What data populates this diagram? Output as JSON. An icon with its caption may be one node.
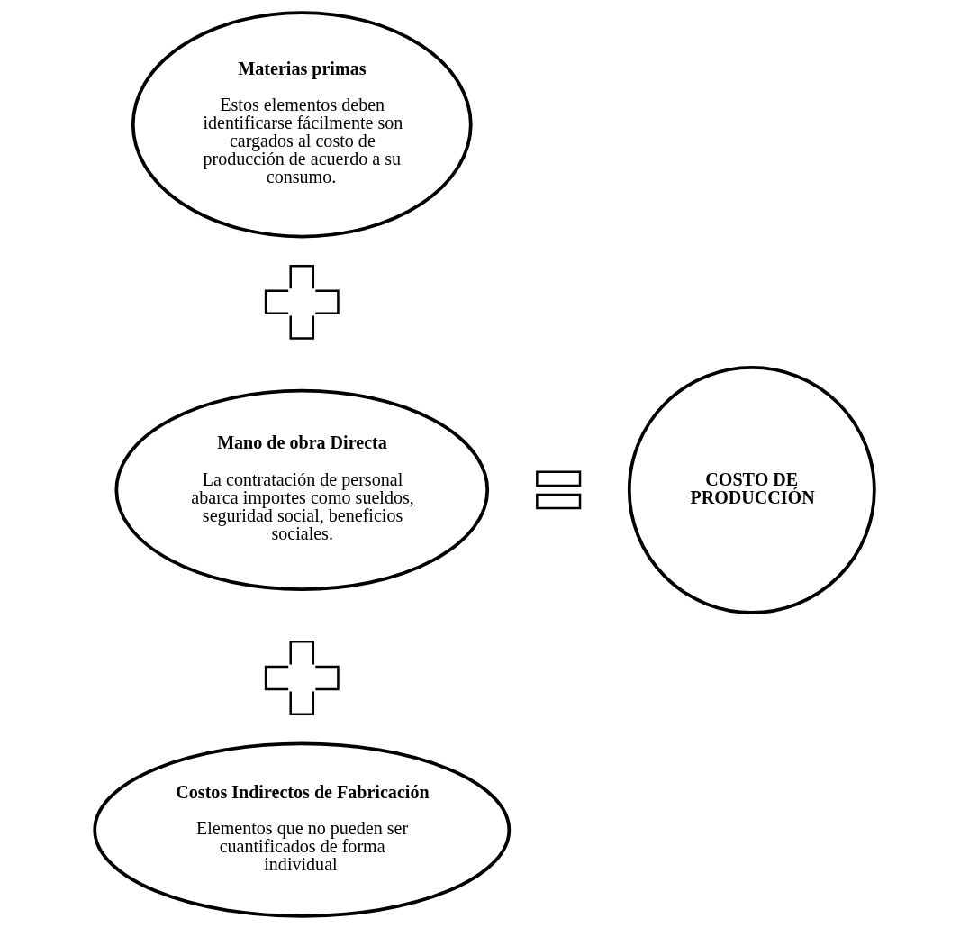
{
  "diagram": {
    "nodes": [
      {
        "text": [
          "Materias primas",
          "Estos elementos deben identificarse fácilmente son cargados al costo de producción de acuerdo a su consumo."
        ]
      },
      {
        "text": [],
        "shape": "plus"
      },
      {
        "text": [
          "Mano de obra Directa",
          "La contratación de personal abarca importes como sueldos, seguridad social, beneficios sociales."
        ]
      },
      {
        "text": [],
        "shape": "plus"
      },
      {
        "text": [
          "Costos Indirectos de Fabricación",
          "Elementos que no pueden ser cuantificados de forma individual"
        ]
      },
      {
        "text": [],
        "shape": "equals"
      },
      {
        "text": [
          "COSTO DE PRODUCCIÓN"
        ]
      }
    ]
  }
}
